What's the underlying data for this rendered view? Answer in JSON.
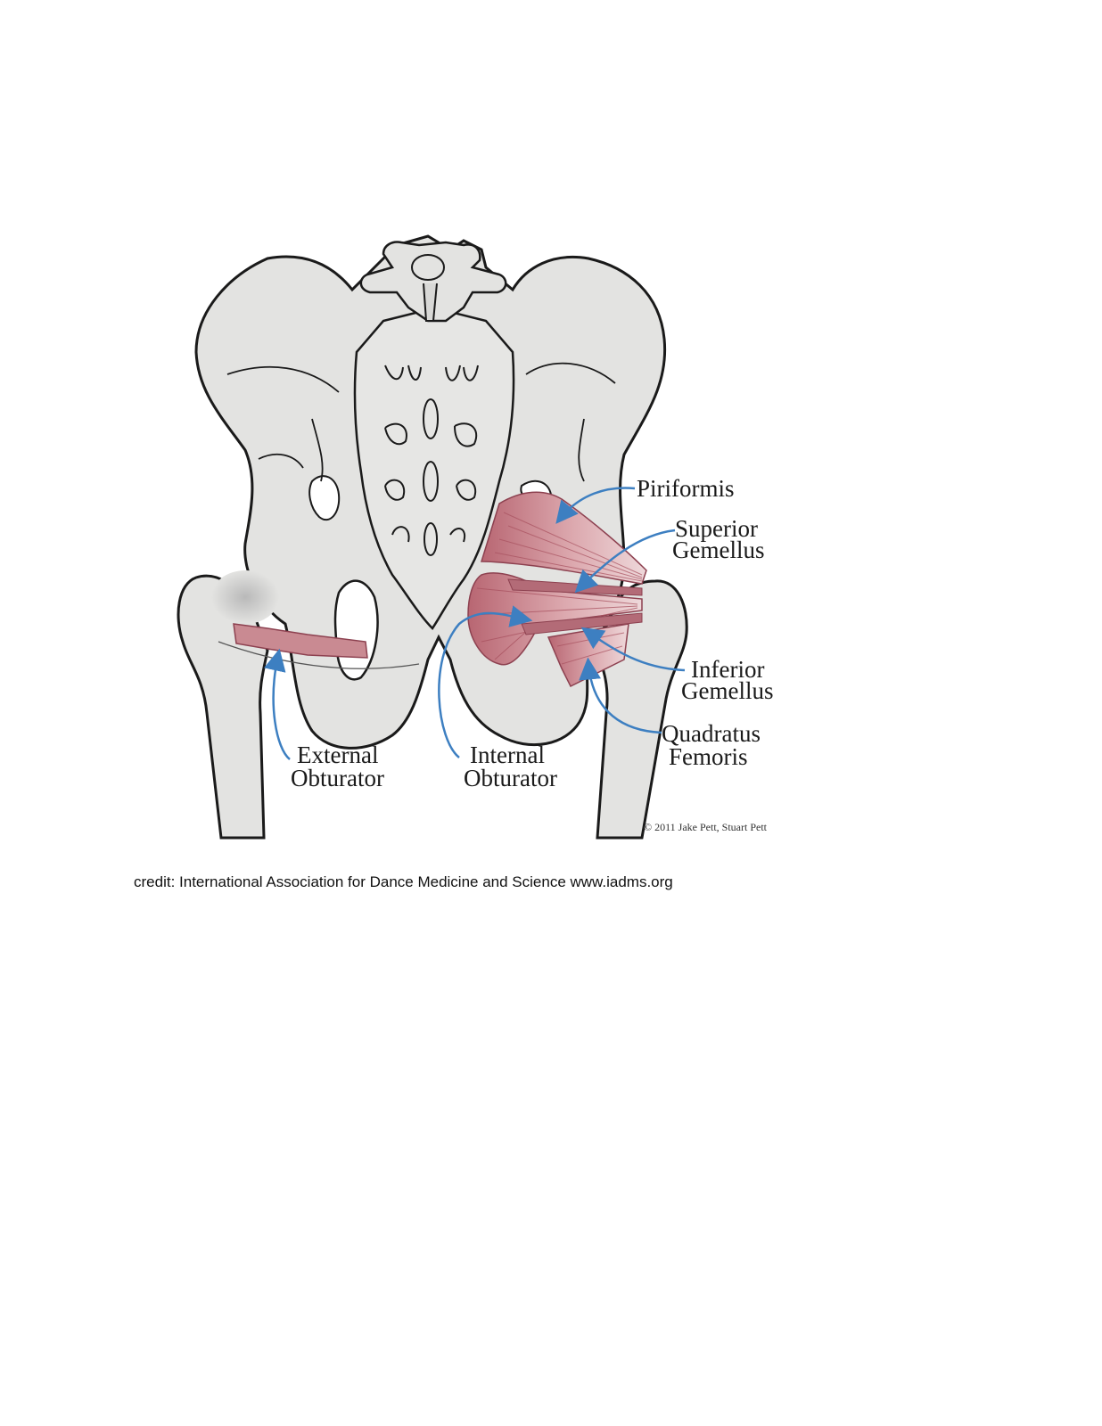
{
  "labels": {
    "piriformis": "Piriformis",
    "superior_gemellus": [
      "Superior",
      "Gemellus"
    ],
    "inferior_gemellus": [
      "Inferior",
      "Gemellus"
    ],
    "quadratus_femoris": [
      "Quadratus",
      "Femoris"
    ],
    "external_obturator": [
      "External",
      "Obturator"
    ],
    "internal_obturator": [
      "Internal",
      "Obturator"
    ]
  },
  "copyright": "© 2011 Jake Pett, Stuart Pett",
  "credit": "credit: International Association for Dance Medicine and Science www.iadms.org",
  "colors": {
    "bone": "#e3e3e1",
    "outline": "#1a1a1a",
    "muscle": "#c98a92",
    "muscle_dark": "#a8515f",
    "arrow": "#3d7fc1"
  }
}
